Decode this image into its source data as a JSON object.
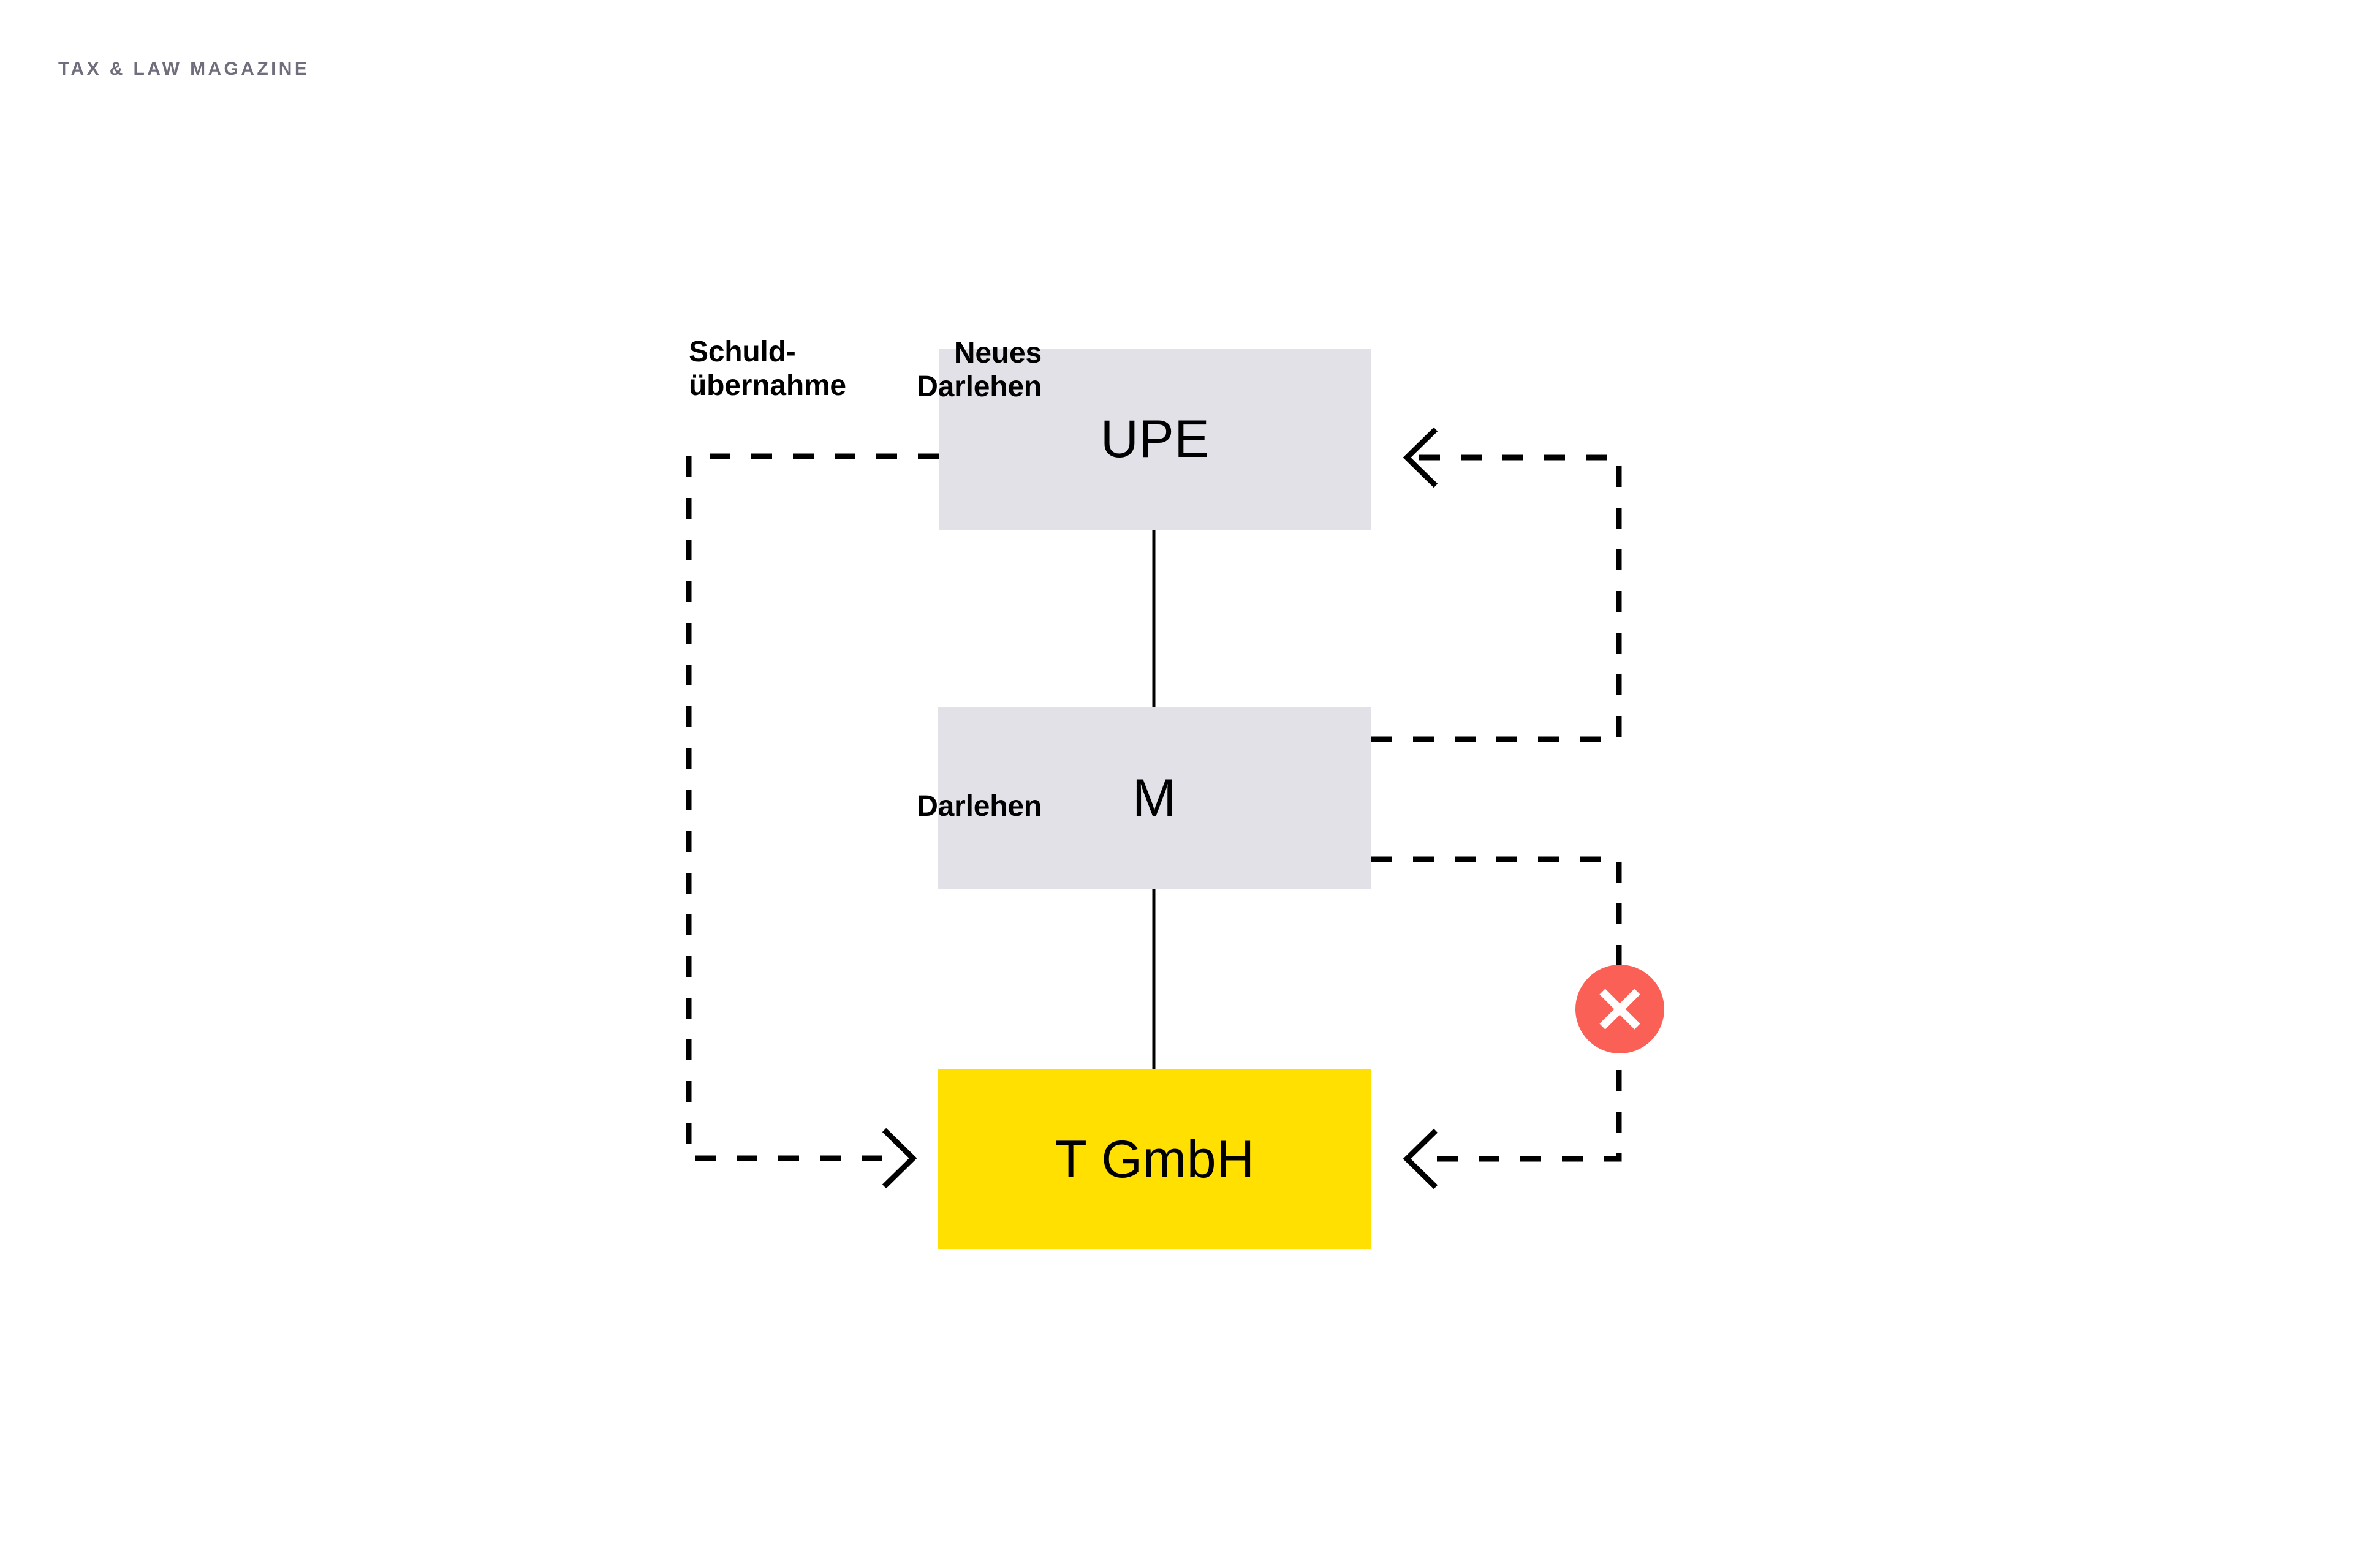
{
  "header": {
    "magazine_title": "TAX & LAW MAGAZINE"
  },
  "diagram": {
    "entities": [
      {
        "id": "upe",
        "label": "UPE",
        "fill": "#e2e1e7"
      },
      {
        "id": "m",
        "label": "M",
        "fill": "#e2e1e7"
      },
      {
        "id": "tgmbh",
        "label": "T GmbH",
        "fill": "#ffe000"
      }
    ],
    "ownership_links": [
      {
        "from": "UPE",
        "to": "M"
      },
      {
        "from": "M",
        "to": "T GmbH"
      }
    ],
    "flows": [
      {
        "id": "schuldubernahme",
        "label": "Schuld-\nübernahme",
        "from": "UPE",
        "to": "T GmbH",
        "style": "dashed",
        "side": "left"
      },
      {
        "id": "neues-darlehen",
        "label": "Neues\nDarlehen",
        "from": "M",
        "to": "UPE",
        "style": "dashed",
        "side": "right"
      },
      {
        "id": "darlehen",
        "label": "Darlehen",
        "from": "M",
        "to": "T GmbH",
        "style": "dashed",
        "side": "right",
        "blocked": true
      }
    ],
    "markers": [
      {
        "id": "blocked",
        "icon": "x-cross-icon",
        "color": "#fa6055",
        "on_flow": "darlehen"
      }
    ]
  },
  "colors": {
    "entity_gray": "#e2e1e7",
    "highlight_yellow": "#ffe000",
    "blocked_red": "#fa6055",
    "line_black": "#000000",
    "header_gray": "#6e6e7d"
  }
}
